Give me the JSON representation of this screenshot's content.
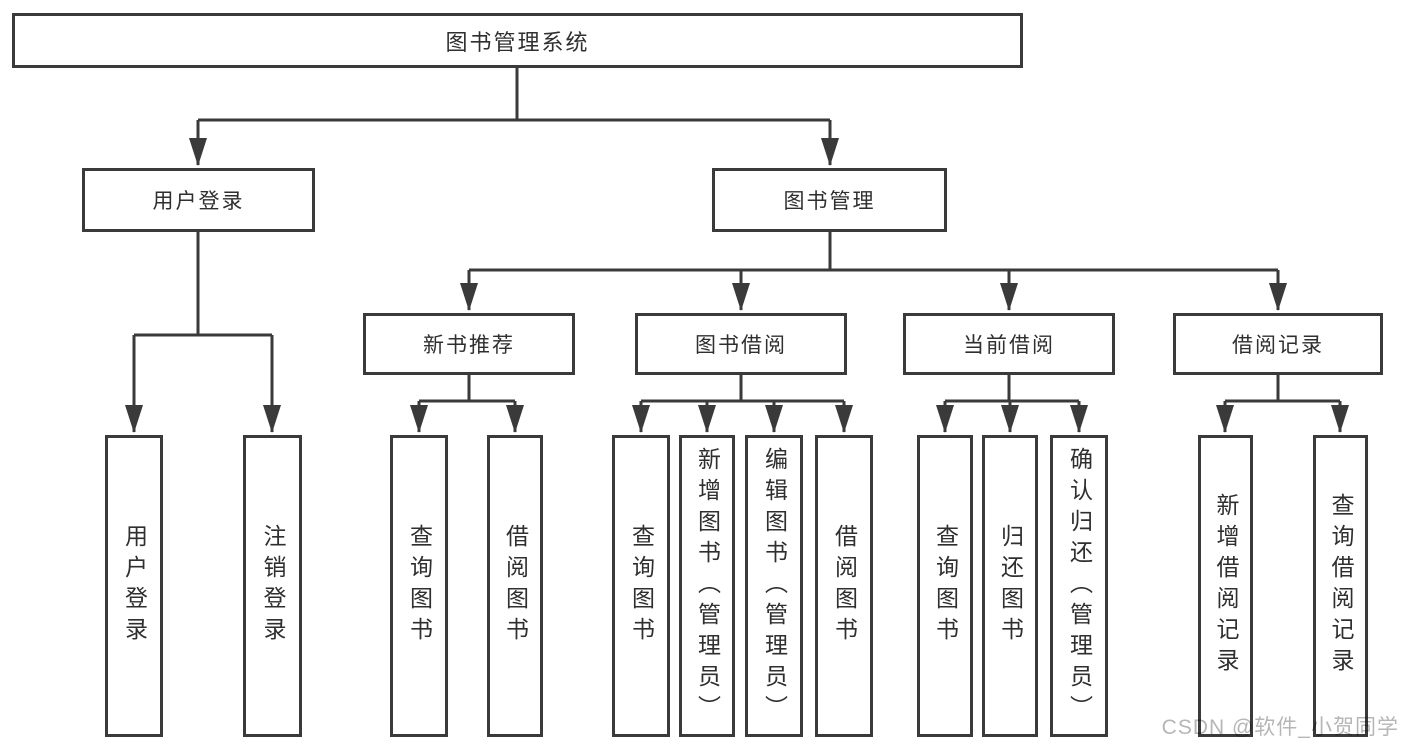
{
  "tree": {
    "root": {
      "label": "图书管理系统",
      "children": [
        {
          "label": "用户登录",
          "children": [
            {
              "label": "用户登录"
            },
            {
              "label": "注销登录"
            }
          ]
        },
        {
          "label": "图书管理",
          "children": [
            {
              "label": "新书推荐",
              "children": [
                {
                  "label": "查询图书"
                },
                {
                  "label": "借阅图书"
                }
              ]
            },
            {
              "label": "图书借阅",
              "children": [
                {
                  "label": "查询图书"
                },
                {
                  "label": "新增图书（管理员）"
                },
                {
                  "label": "编辑图书（管理员）"
                },
                {
                  "label": "借阅图书"
                }
              ]
            },
            {
              "label": "当前借阅",
              "children": [
                {
                  "label": "查询图书"
                },
                {
                  "label": "归还图书"
                },
                {
                  "label": "确认归还（管理员）"
                }
              ]
            },
            {
              "label": "借阅记录",
              "children": [
                {
                  "label": "新增借阅记录"
                },
                {
                  "label": "查询借阅记录"
                }
              ]
            }
          ]
        }
      ]
    }
  },
  "watermark": {
    "text": "CSDN @软件_小贺同学"
  },
  "colors": {
    "line": "#3a3a3a",
    "text": "#2f2f2f",
    "watermark": "#b6b6b6",
    "background": "#ffffff"
  }
}
